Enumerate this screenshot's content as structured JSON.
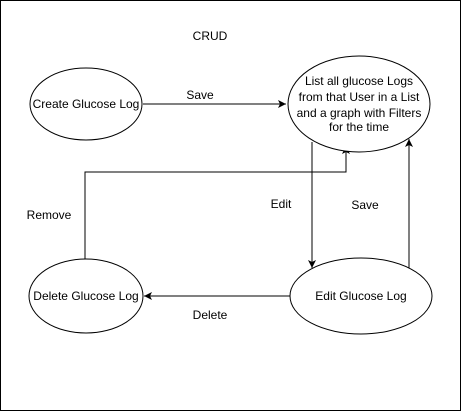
{
  "diagram": {
    "title": "CRUD",
    "nodes": {
      "create": {
        "label": "Create Glucose Log"
      },
      "list": {
        "label_lines": [
          "List all glucose Logs",
          "from that User in a List",
          "and a graph with Filters",
          "for the time"
        ]
      },
      "delete": {
        "label": "Delete Glucose Log"
      },
      "edit": {
        "label": "Edit Glucose Log"
      }
    },
    "edges": {
      "create_to_list": {
        "label": "Save"
      },
      "list_to_edit": {
        "label": "Edit"
      },
      "edit_to_list": {
        "label": "Save"
      },
      "edit_to_delete": {
        "label": "Delete"
      },
      "delete_to_list": {
        "label": "Remove"
      }
    },
    "colors": {
      "stroke": "#000000",
      "background": "#ffffff"
    }
  }
}
